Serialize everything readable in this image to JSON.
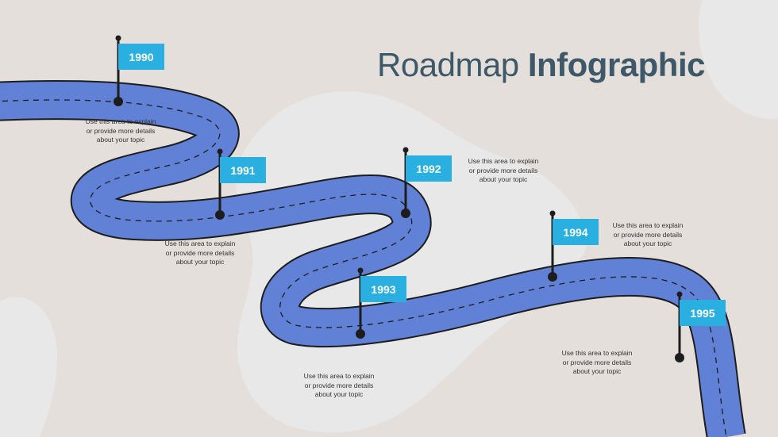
{
  "title": {
    "light": "Roadmap",
    "bold": "Infographic"
  },
  "colors": {
    "background": "#e5dfdc",
    "blob": "#e8e8e8",
    "road": "#6181d6",
    "flag": "#29b0e0",
    "title": "#3d5868",
    "pole": "#1d1d1d"
  },
  "milestones": [
    {
      "year": "1990",
      "caption": [
        "Use this area to explain",
        "or provide more details",
        "about your topic"
      ]
    },
    {
      "year": "1991",
      "caption": [
        "Use this area to explain",
        "or provide more details",
        "about your topic"
      ]
    },
    {
      "year": "1992",
      "caption": [
        "Use this area to explain",
        "or provide more details",
        "about your topic"
      ]
    },
    {
      "year": "1993",
      "caption": [
        "Use this area to explain",
        "or provide more details",
        "about your topic"
      ]
    },
    {
      "year": "1994",
      "caption": [
        "Use this area to explain",
        "or provide more details",
        "about your topic"
      ]
    },
    {
      "year": "1995",
      "caption": [
        "Use this area to explain",
        "or provide more details",
        "about your topic"
      ]
    }
  ]
}
